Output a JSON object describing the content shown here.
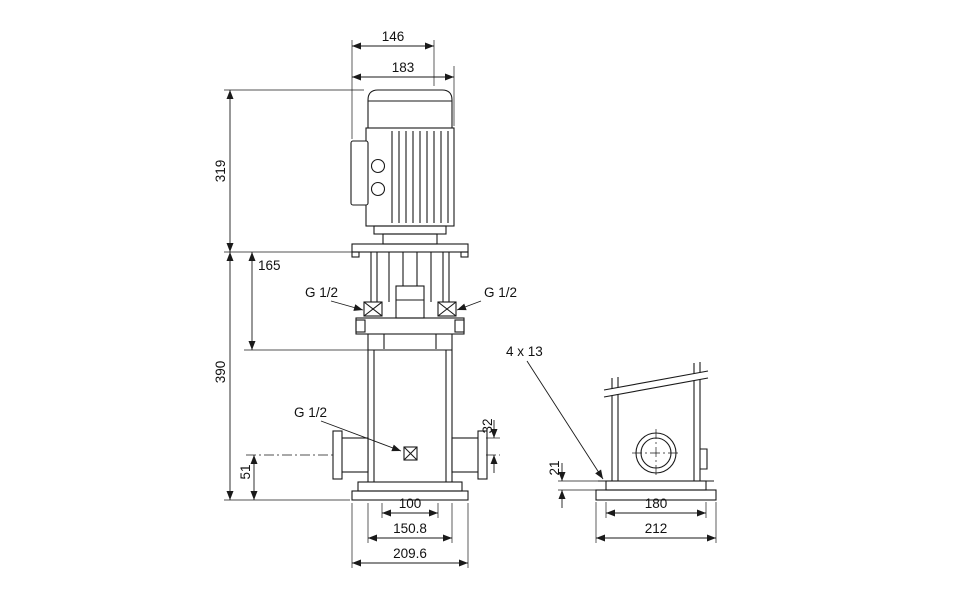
{
  "colors": {
    "ink": "#1a1a1a",
    "background": "#ffffff"
  },
  "front_view": {
    "dimensions": {
      "motor_top_width": "146",
      "motor_width": "183",
      "motor_height": "319",
      "head_height": "165",
      "pump_height": "390",
      "port_centerline_height": "51",
      "outlet_offset": "32",
      "port_span": "100",
      "flange_width": "150.8",
      "base_width": "209.6"
    },
    "ports": {
      "top_left": "G 1/2",
      "top_right": "G 1/2",
      "drain": "G 1/2"
    }
  },
  "side_view": {
    "dimensions": {
      "base_plate_thickness": "21",
      "bolt_span": "180",
      "base_width": "212"
    },
    "mounting_holes": "4 x 13"
  }
}
